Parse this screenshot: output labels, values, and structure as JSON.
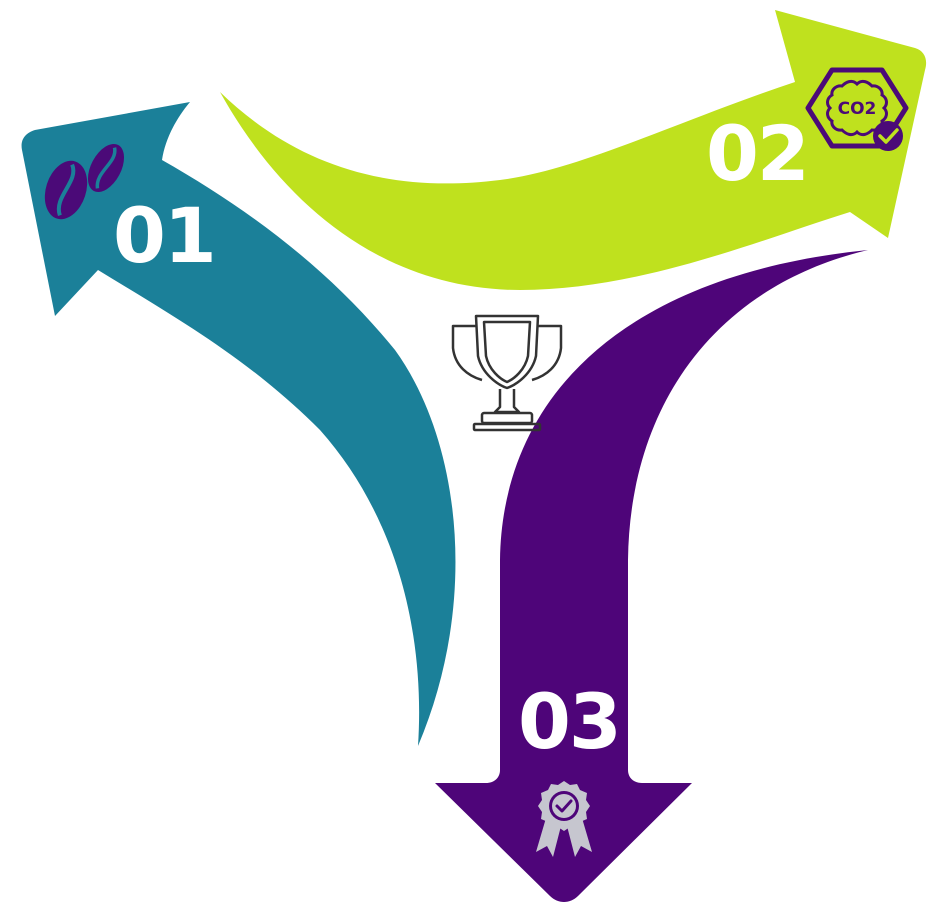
{
  "steps": [
    {
      "number": "01",
      "color": "#1b8099",
      "icon": "coffee-beans-icon",
      "icon_color": "#4b0a78"
    },
    {
      "number": "02",
      "color": "#bfe11e",
      "icon": "co2-check-badge-icon",
      "icon_color": "#4b0a78"
    },
    {
      "number": "03",
      "color": "#4e0579",
      "icon": "award-ribbon-check-icon",
      "icon_color": "#c6c6cf"
    }
  ],
  "center": {
    "icon": "trophy-icon",
    "color": "#333333"
  }
}
